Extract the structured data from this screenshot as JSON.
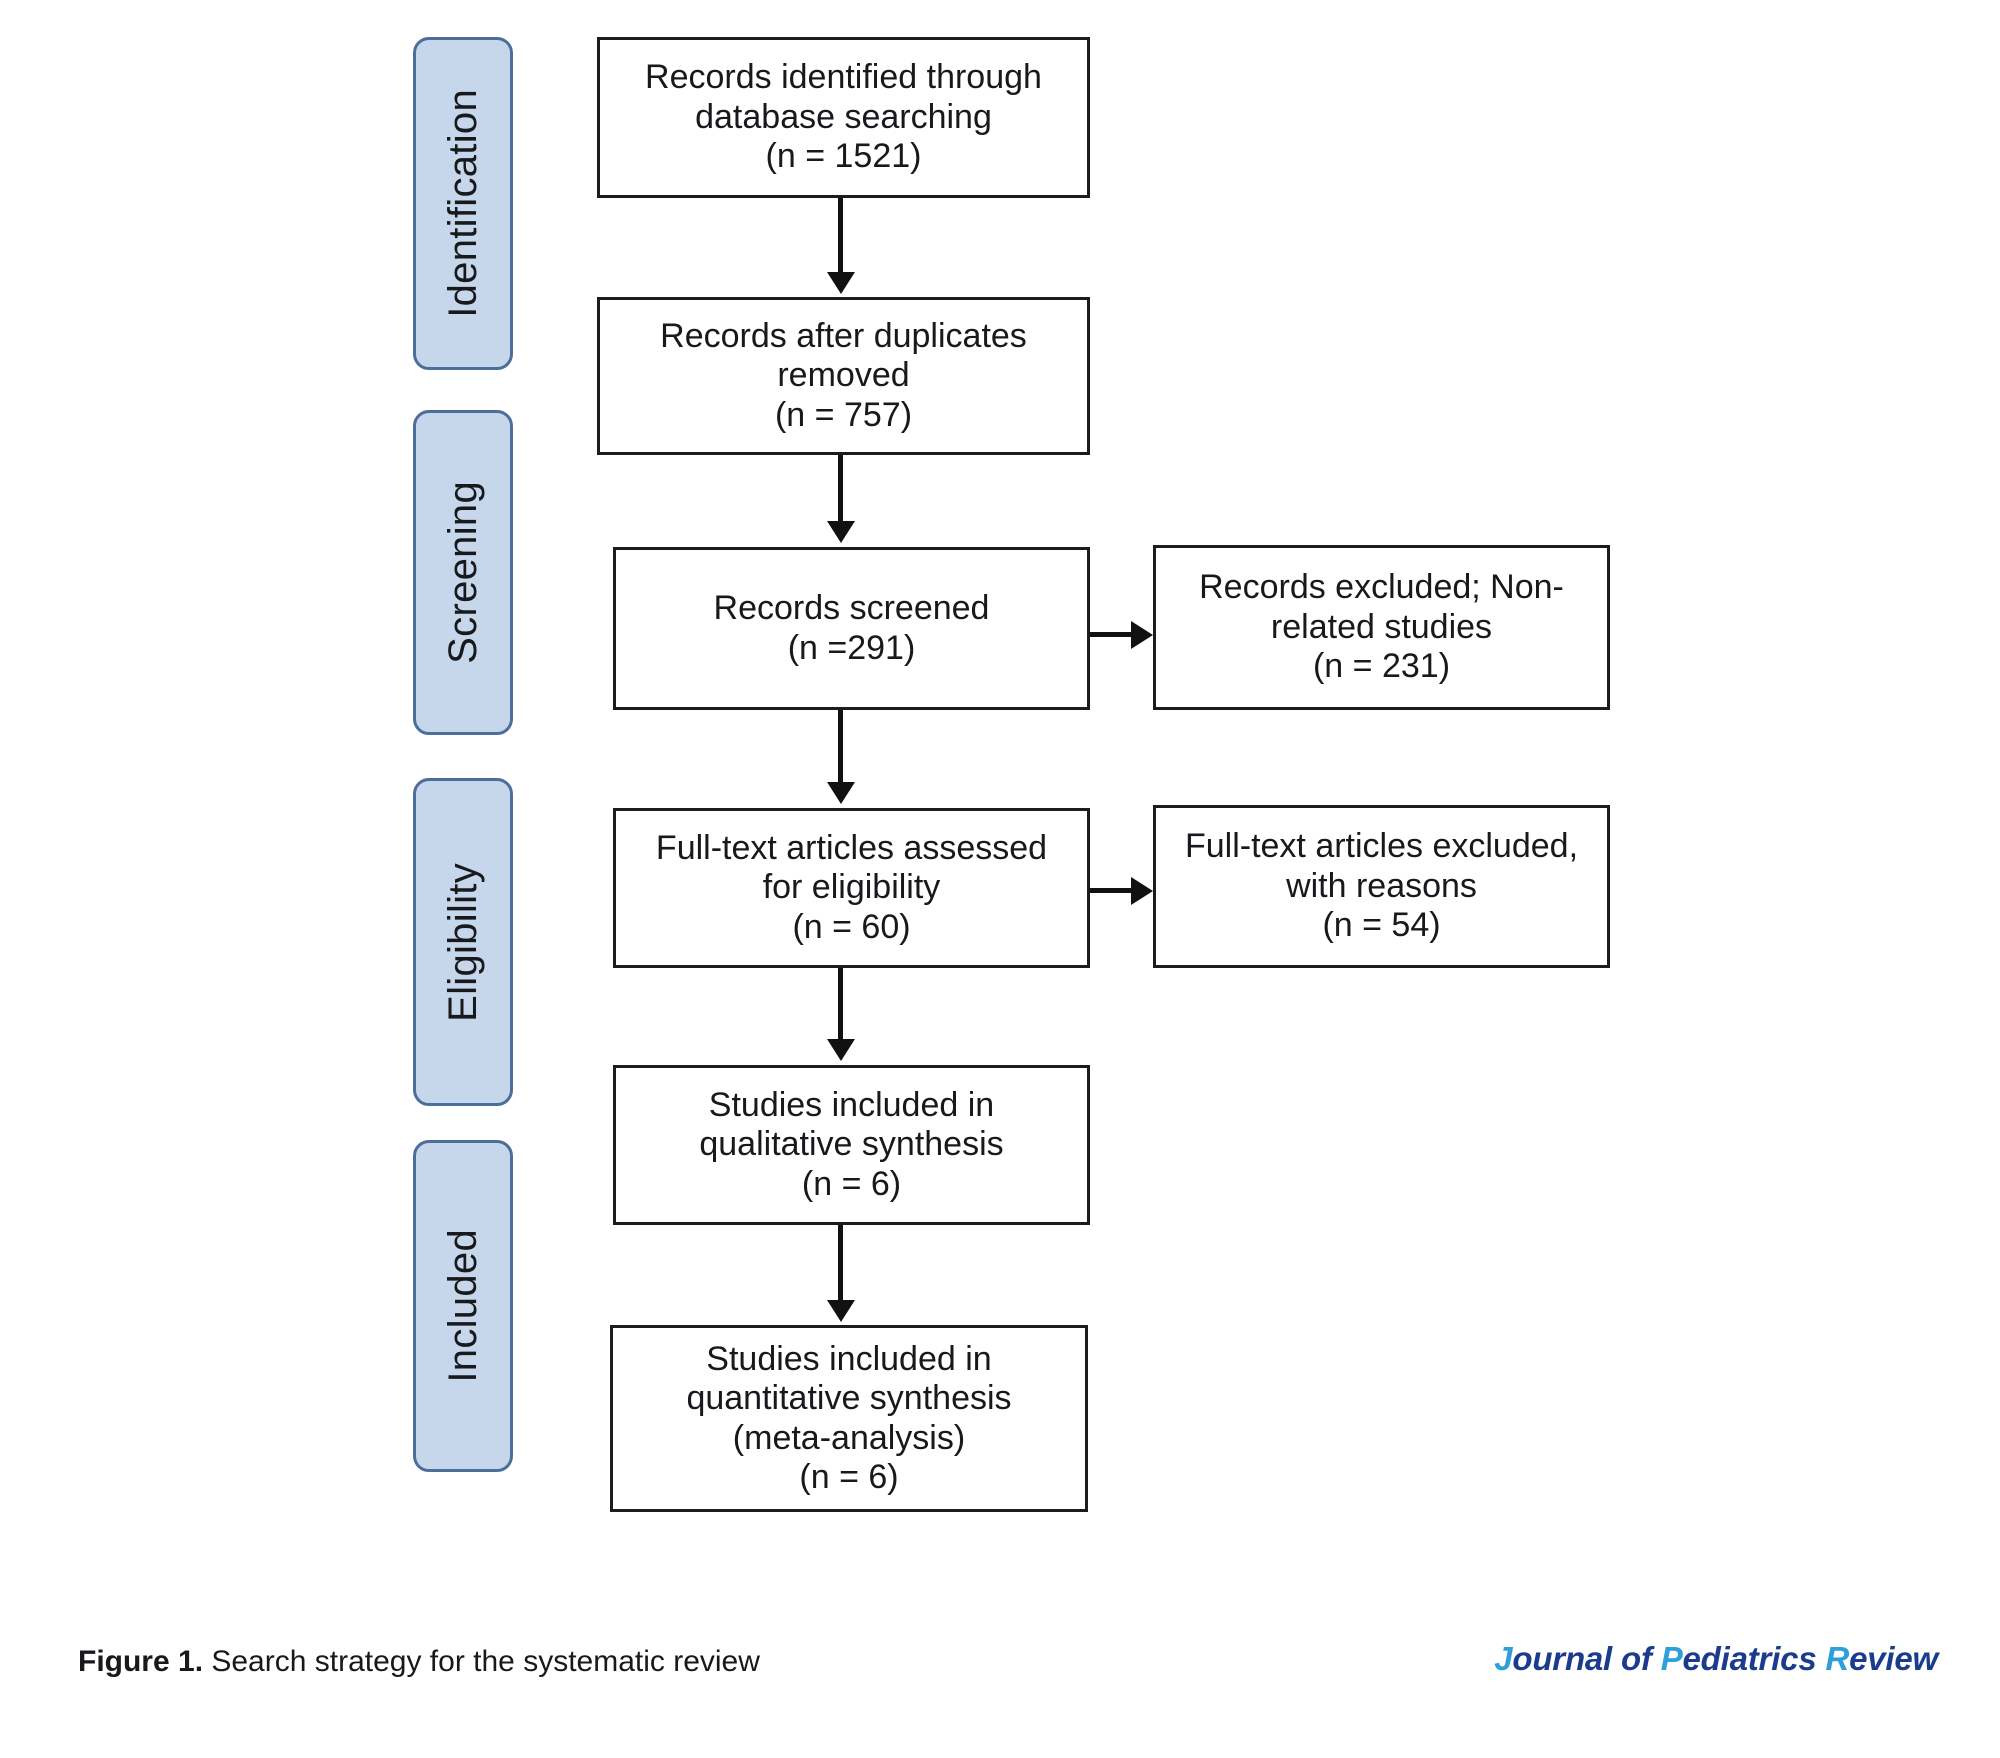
{
  "figure": {
    "type": "prisma-flow-diagram",
    "caption_label": "Figure 1.",
    "caption_text": " Search strategy for the systematic review"
  },
  "colors": {
    "stage_fill": "#c6d7ec",
    "stage_border": "#4d6d9a",
    "box_border": "#1c1c1c",
    "box_fill": "#ffffff",
    "arrow": "#111111",
    "logo_accent": "#2e9fd8",
    "logo_dark": "#1b3c8c"
  },
  "stages": [
    {
      "id": "identification",
      "label": "Identification"
    },
    {
      "id": "screening",
      "label": "Screening"
    },
    {
      "id": "eligibility",
      "label": "Eligibility"
    },
    {
      "id": "included",
      "label": "Included"
    }
  ],
  "flow": {
    "identified": {
      "line1": "Records identified through",
      "line2": "database searching",
      "line3": "(n = 1521)",
      "count": 1521
    },
    "after_duplicates": {
      "line1": "Records after duplicates",
      "line2": "removed",
      "line3": "(n = 757)",
      "count": 757
    },
    "screened": {
      "line1": "Records screened",
      "line2": "(n =291)",
      "count": 291
    },
    "excluded_screened": {
      "line1": "Records excluded; Non-",
      "line2": "related studies",
      "line3": "(n = 231)",
      "count": 231
    },
    "fulltext_assessed": {
      "line1": "Full-text articles assessed",
      "line2": "for eligibility",
      "line3": "(n = 60)",
      "count": 60
    },
    "fulltext_excluded": {
      "line1": "Full-text articles excluded,",
      "line2": "with reasons",
      "line3": "(n = 54)",
      "count": 54
    },
    "qualitative": {
      "line1": "Studies included in",
      "line2": "qualitative synthesis",
      "line3": "(n = 6)",
      "count": 6
    },
    "quantitative": {
      "line1": "Studies included in",
      "line2": "quantitative synthesis",
      "line3": "(meta-analysis)",
      "line4": "(n = 6)",
      "count": 6
    }
  },
  "journal": {
    "word1_cap": "J",
    "word1_rest": "ournal of ",
    "word2_cap": "P",
    "word2_rest": "ediatrics ",
    "word3_cap": "R",
    "word3_rest": "eview",
    "full": "Journal of Pediatrics Review"
  }
}
